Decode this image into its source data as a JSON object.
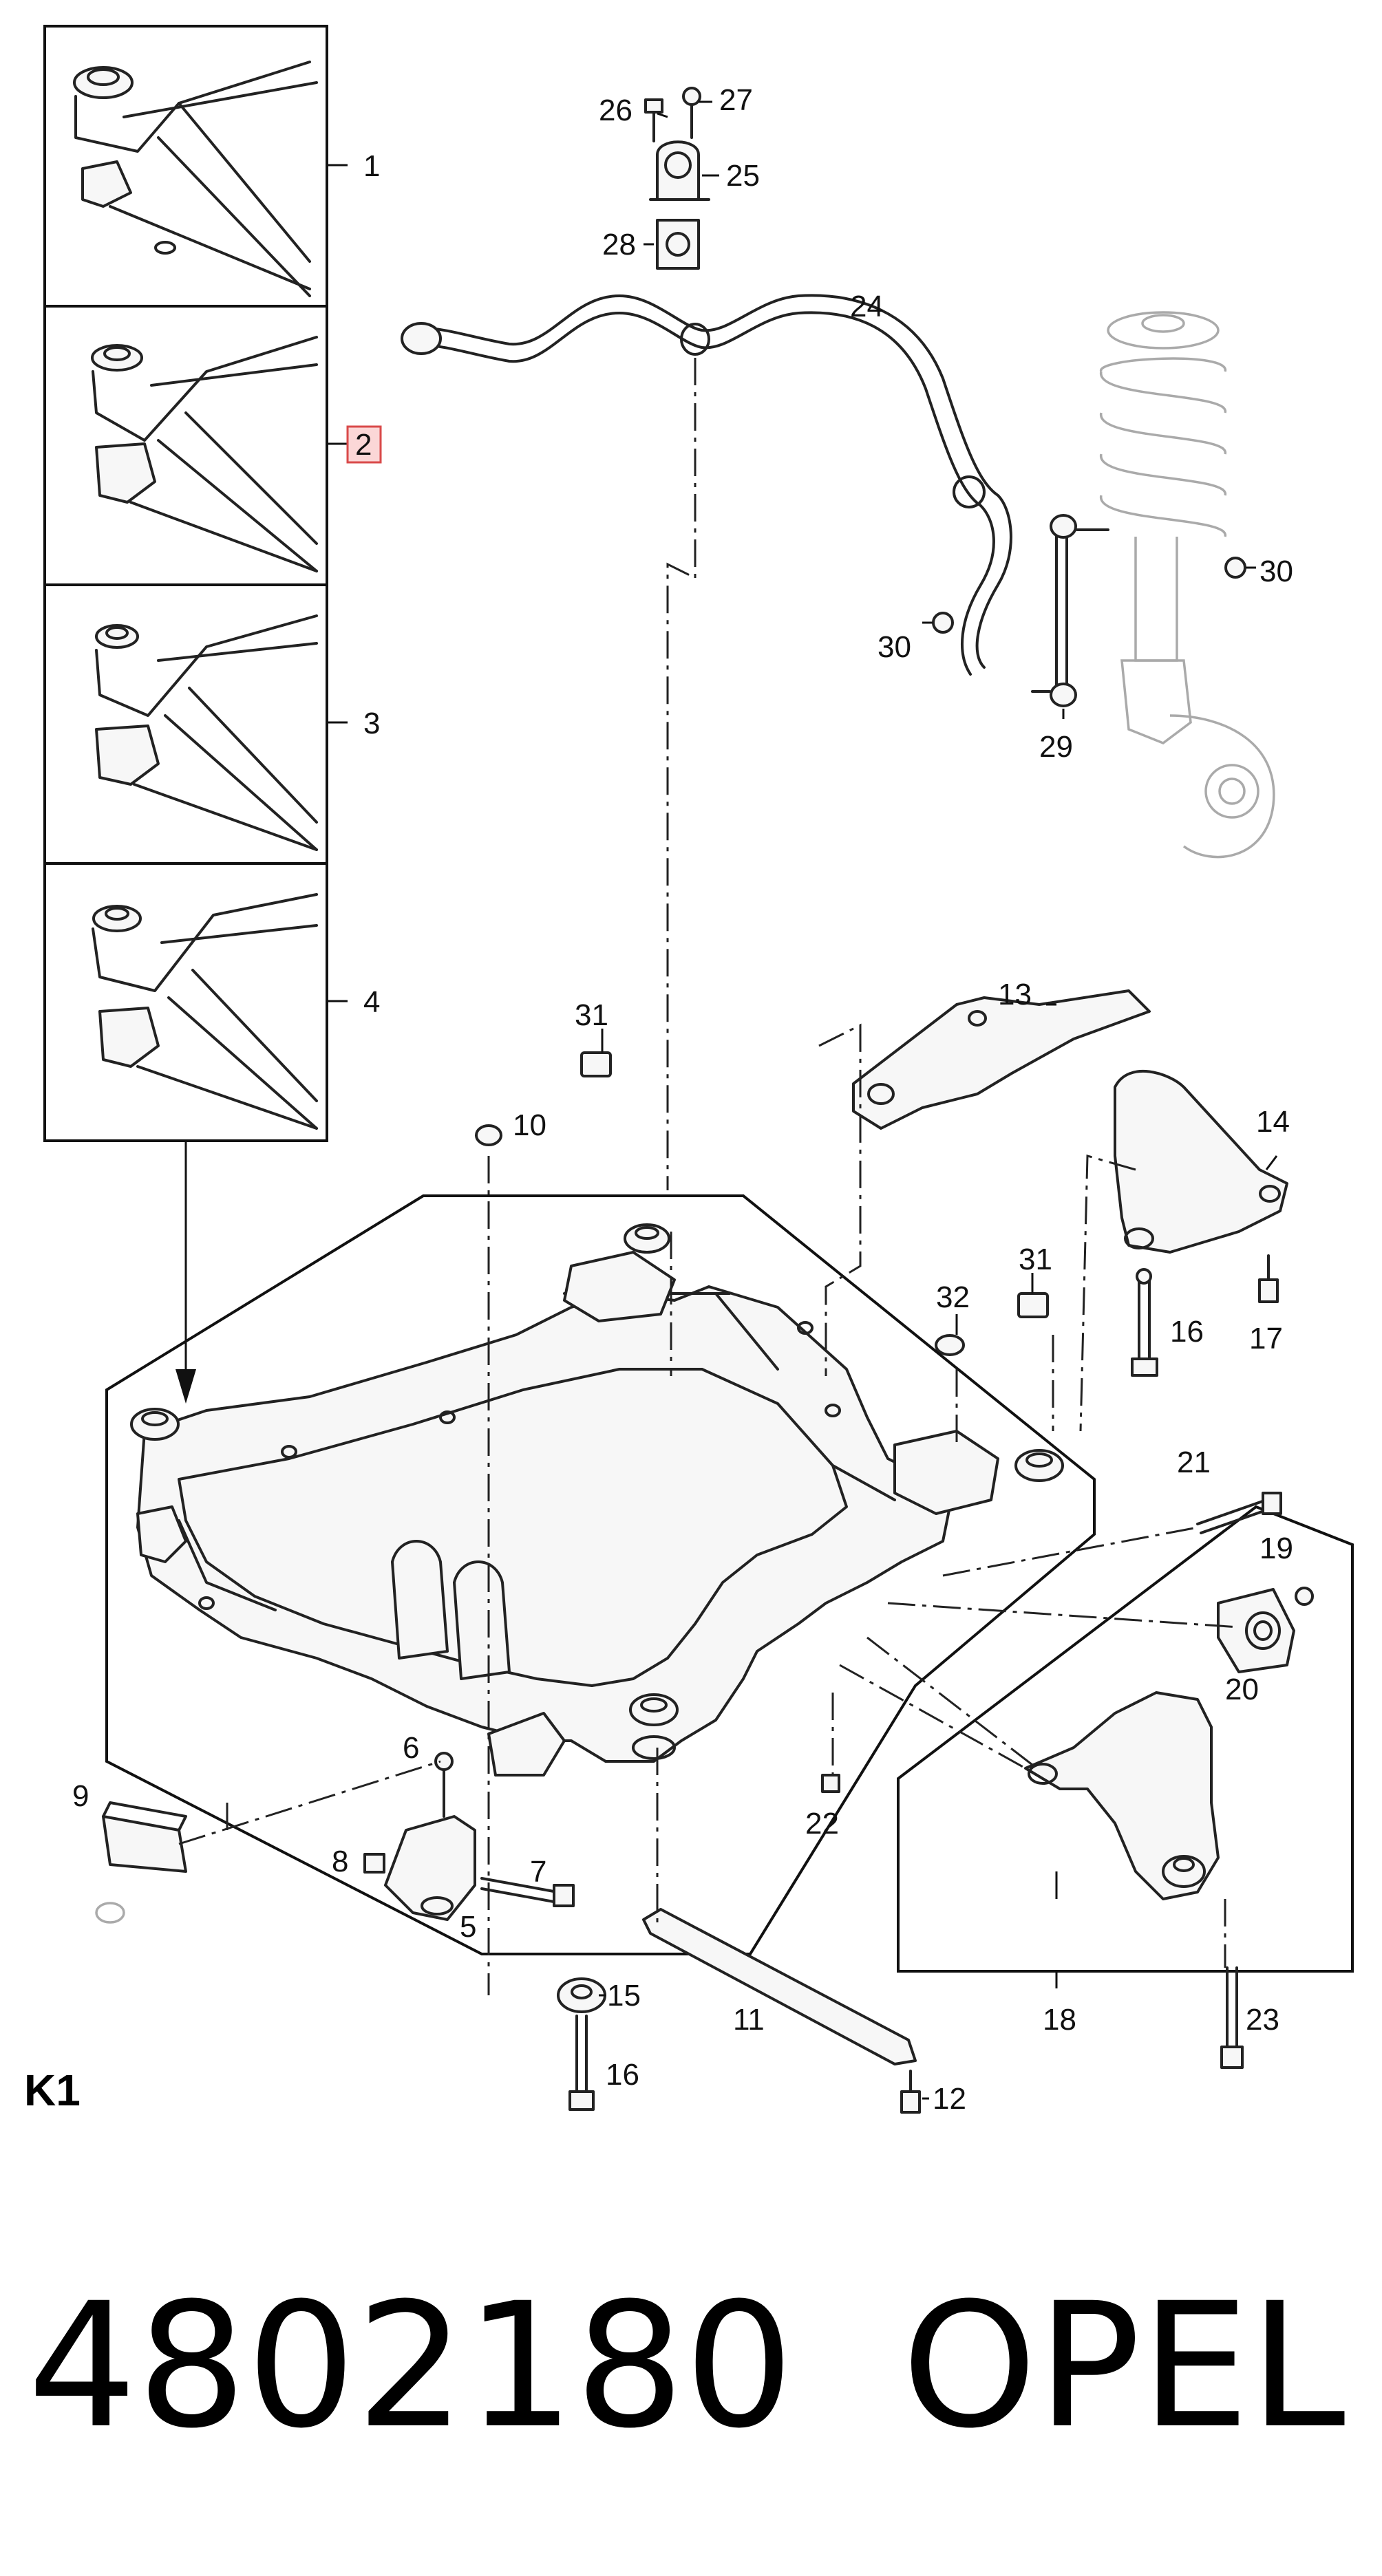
{
  "diagram": {
    "section_label": "K1",
    "part_number": "4802180",
    "brand": "OPEL",
    "highlighted_callout": "2",
    "callouts": {
      "c1": "1",
      "c2": "2",
      "c3": "3",
      "c4": "4",
      "c5": "5",
      "c6": "6",
      "c7": "7",
      "c8": "8",
      "c9": "9",
      "c10": "10",
      "c11": "11",
      "c12": "12",
      "c13": "13",
      "c14": "14",
      "c15": "15",
      "c16a": "16",
      "c16b": "16",
      "c17": "17",
      "c18": "18",
      "c19": "19",
      "c20": "20",
      "c21": "21",
      "c22": "22",
      "c23": "23",
      "c24": "24",
      "c25": "25",
      "c26": "26",
      "c27": "27",
      "c28": "28",
      "c29": "29",
      "c30a": "30",
      "c30b": "30",
      "c31a": "31",
      "c31b": "31",
      "c32": "32"
    }
  }
}
